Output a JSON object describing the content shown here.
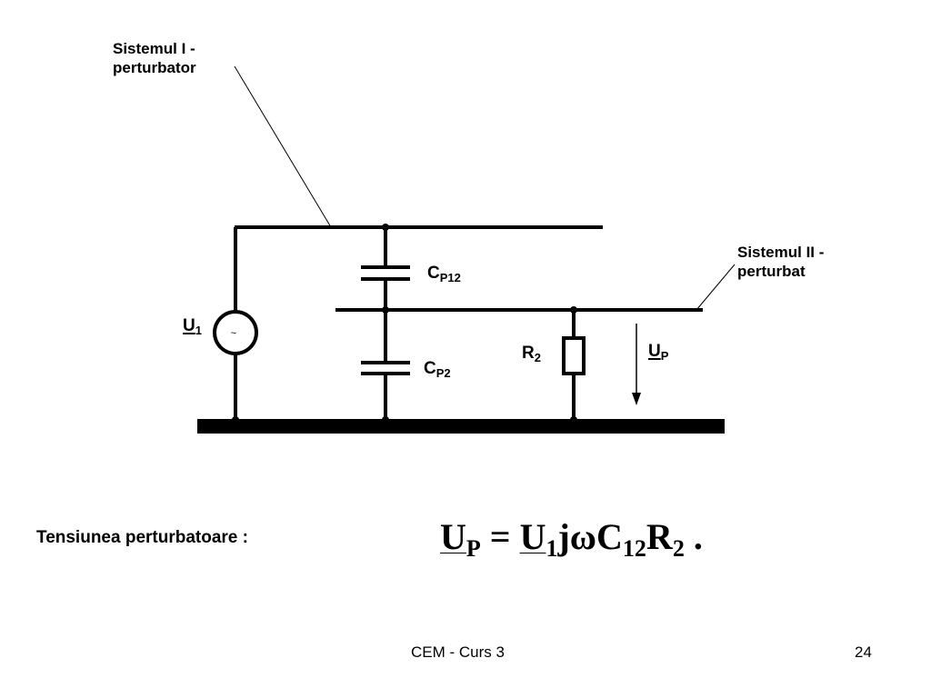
{
  "labels": {
    "system1_line1": "Sistemul I -",
    "system1_line2": "perturbator",
    "system2_line1": "Sistemul II -",
    "system2_line2": "perturbat"
  },
  "symbols": {
    "u1_main": "U",
    "u1_sub": "1",
    "source_glyph": "~",
    "cp12_main": "C",
    "cp12_sub": "P12",
    "cp2_main": "C",
    "cp2_sub": "P2",
    "r2_main": "R",
    "r2_sub": "2",
    "up_main": "U",
    "up_sub": "P"
  },
  "caption": "Tensiunea perturbatoare :",
  "formula": {
    "up_main": "U",
    "up_sub": "P",
    "equals": " = ",
    "u1_main": "U",
    "u1_sub": "1",
    "jw": "jω",
    "c_main": "C",
    "c_sub": "12",
    "r_main": "R",
    "r_sub": "2",
    "end": " ."
  },
  "footer": {
    "title": "CEM - Curs 3",
    "page": "24"
  }
}
